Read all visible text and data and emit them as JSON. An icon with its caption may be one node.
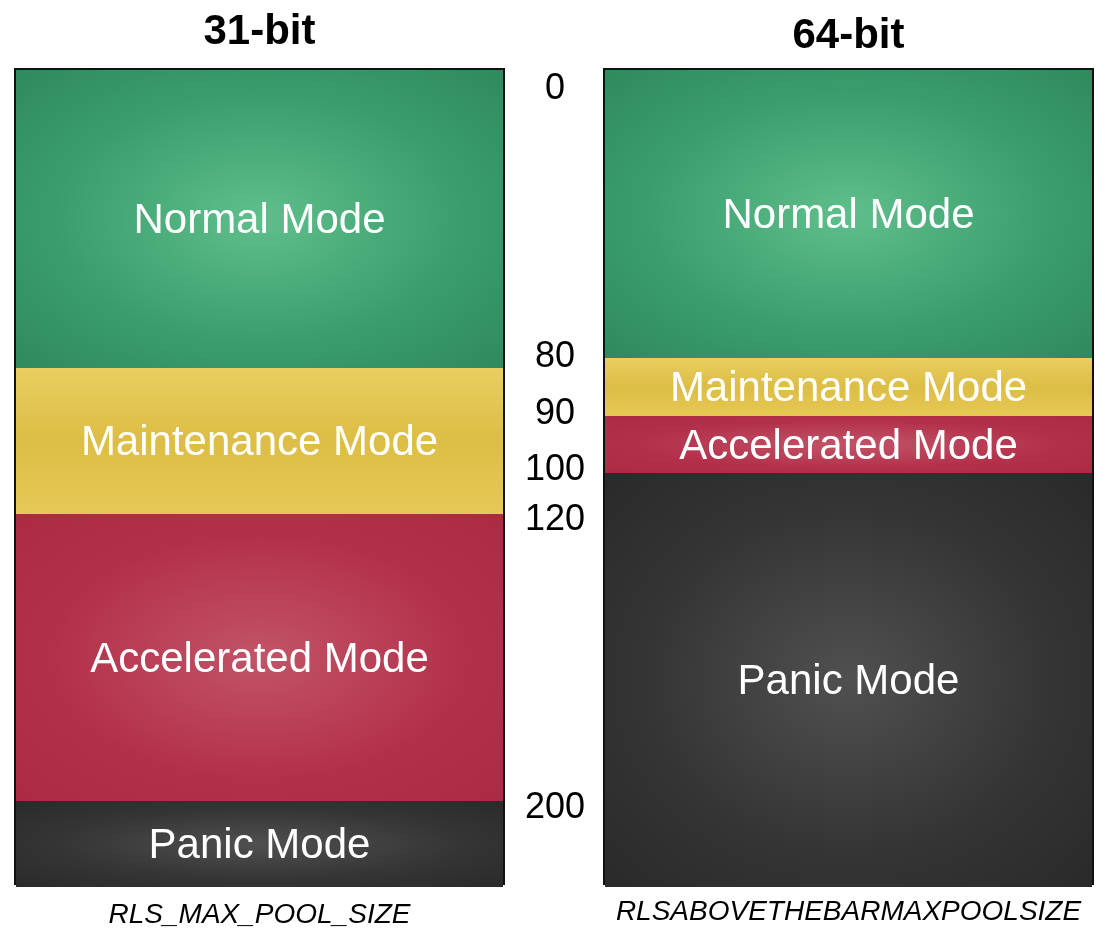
{
  "diagram": {
    "nodes": [
      {
        "text": [
          "31-bit"
        ],
        "beside": [
          "RLS_MAX_POOL_SIZE"
        ]
      },
      {
        "text": [
          "Normal Mode"
        ],
        "in": 0
      },
      {
        "text": [
          "Maintenance Mode"
        ],
        "in": 0
      },
      {
        "text": [
          "Accelerated Mode"
        ],
        "in": 0
      },
      {
        "text": [
          "Panic Mode"
        ],
        "in": 0
      },
      {
        "text": [
          "64-bit"
        ],
        "beside": [
          "RLSABOVETHEBARMAXPOOLSIZE"
        ]
      },
      {
        "text": [
          "Normal Mode"
        ],
        "in": 5
      },
      {
        "text": [
          "Maintenance Mode"
        ],
        "in": 5
      },
      {
        "text": [
          "Accelerated Mode"
        ],
        "in": 5
      },
      {
        "text": [
          "Panic Mode"
        ],
        "in": 5
      }
    ],
    "labels": [
      "0",
      "80",
      "90",
      "100",
      "120",
      "200"
    ]
  }
}
